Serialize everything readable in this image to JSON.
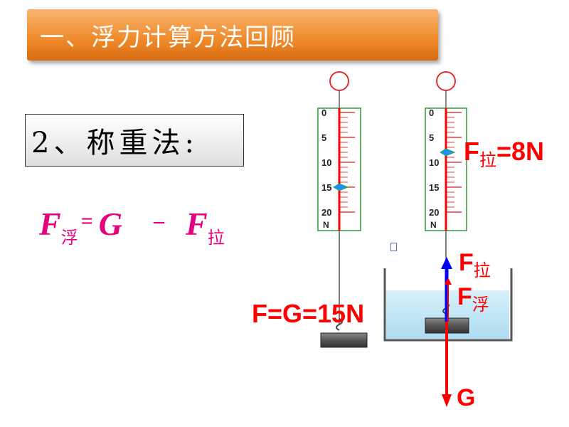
{
  "header": {
    "title": "一、浮力计算方法回顾"
  },
  "method": {
    "title": "2、称重法:"
  },
  "formula": {
    "f_symbol": "F",
    "buoyancy_sub": "浮",
    "equals": "=",
    "g_symbol": "G",
    "minus": "–",
    "f2_symbol": "F",
    "pull_sub": "拉"
  },
  "scale": {
    "ticks": [
      "0",
      "5",
      "10",
      "15",
      "20"
    ],
    "unit": "N",
    "max_value": 20
  },
  "left_scale": {
    "reading": 15,
    "label": "F=G=15N"
  },
  "right_scale": {
    "reading": 8,
    "label_f": "F",
    "label_sub": "拉",
    "label_value": "=8N"
  },
  "forces": {
    "pull_f": "F",
    "pull_sub": "拉",
    "buoy_f": "F",
    "buoy_sub": "浮",
    "gravity": "G"
  },
  "colors": {
    "title_bar": "#ef8a2a",
    "formula": "#e6007e",
    "force_red": "#ff0000",
    "force_blue": "#0000ff",
    "scale_green": "#2e9b3a",
    "water": "#bfe6f5"
  }
}
